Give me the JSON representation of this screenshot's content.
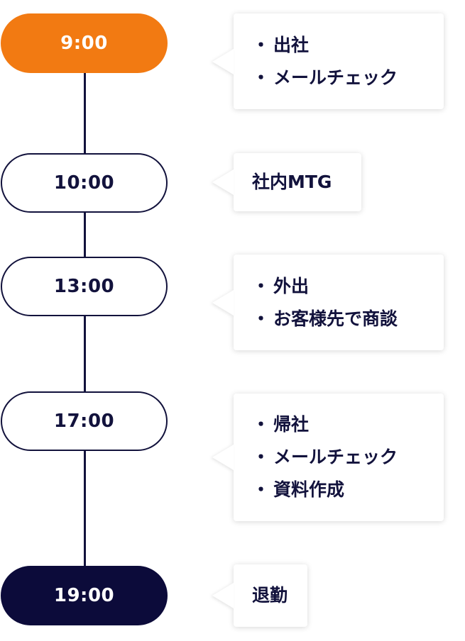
{
  "schedule": [
    {
      "time": "9:00",
      "style": "orange",
      "bullet": true,
      "items": [
        "出社",
        "メールチェック"
      ]
    },
    {
      "time": "10:00",
      "style": "outline",
      "bullet": false,
      "items": [
        "社内MTG"
      ]
    },
    {
      "time": "13:00",
      "style": "outline",
      "bullet": true,
      "items": [
        "外出",
        "お客様先で商談"
      ]
    },
    {
      "time": "17:00",
      "style": "outline",
      "bullet": true,
      "items": [
        "帰社",
        "メールチェック",
        "資料作成"
      ]
    },
    {
      "time": "19:00",
      "style": "navy",
      "bullet": false,
      "items": [
        "退勤"
      ]
    }
  ],
  "bullet_char": "・",
  "colors": {
    "accent": "#f27a12",
    "navy": "#0c0b3a",
    "text": "#12123c"
  }
}
